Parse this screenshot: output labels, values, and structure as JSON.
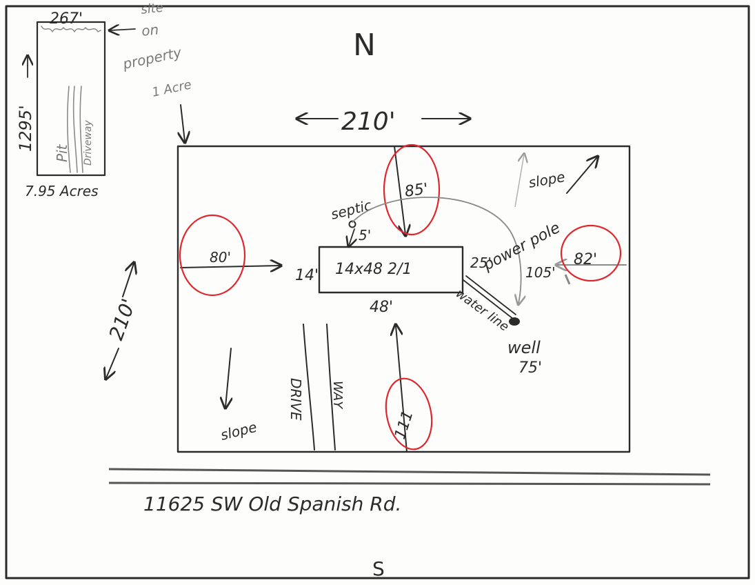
{
  "compass": {
    "north": "N",
    "south": "S"
  },
  "overview": {
    "top_width": "267'",
    "side_length": "1295'",
    "site_note": [
      "site",
      "on",
      "property"
    ],
    "site_area": "1 Acre",
    "pit_label": "Pit",
    "driveway_label": "Driveway",
    "total_acres": "7.95 Acres"
  },
  "lot": {
    "width_label": "210'",
    "depth_label": "210'",
    "setbacks": {
      "west": "80'",
      "north": "85'",
      "east": "82'",
      "south": "111"
    },
    "home": {
      "label": "14x48  2/1",
      "width": "14'",
      "length": "48'"
    },
    "septic": {
      "label": "septic",
      "distance": "5'"
    },
    "power_pole": {
      "label": "power pole",
      "distance": "25'",
      "pole_distance": "105'"
    },
    "water_line": "water line",
    "well": {
      "label": "well",
      "distance": "75'"
    },
    "slope_ne": "slope",
    "slope_sw": "slope",
    "driveway": [
      "DRIVE",
      "WAY"
    ]
  },
  "road": {
    "label": "11625 SW Old Spanish Rd."
  },
  "colors": {
    "ink": "#2b2b2b",
    "pencil": "#8a8a8a",
    "circle": "#e0262d",
    "paper": "#fdfdfb"
  }
}
